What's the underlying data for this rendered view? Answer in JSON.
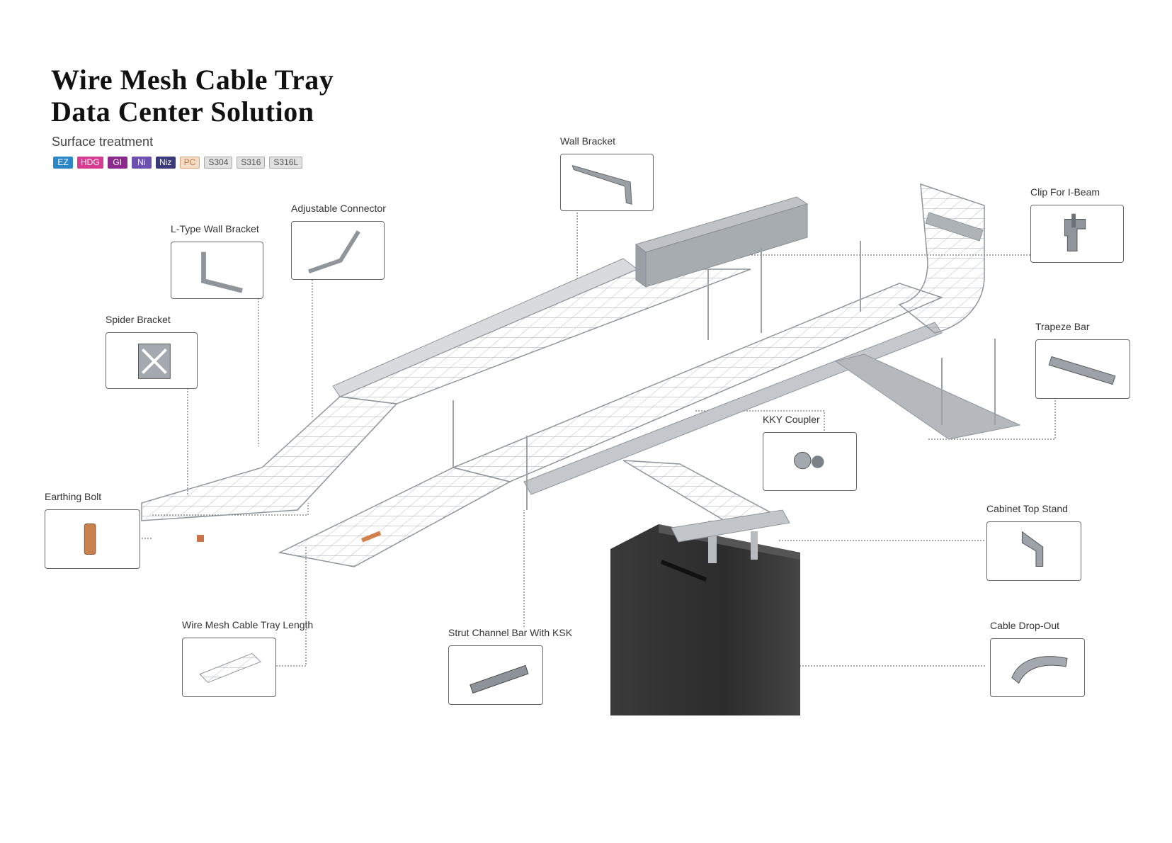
{
  "header": {
    "title_line1": "Wire Mesh Cable Tray",
    "title_line2": "Data Center Solution",
    "surface_label": "Surface treatment"
  },
  "badges": [
    {
      "text": "EZ",
      "color": "#2a87c8"
    },
    {
      "text": "HDG",
      "color": "#d63c8f"
    },
    {
      "text": "GI",
      "color": "#8a2a8a"
    },
    {
      "text": "Ni",
      "color": "#6d4fb0"
    },
    {
      "text": "Niz",
      "color": "#3a3a7a"
    },
    {
      "text": "PC",
      "color": "#f4dcc6"
    },
    {
      "text": "S304",
      "color": "#e0e0e0"
    },
    {
      "text": "S316",
      "color": "#e0e0e0"
    },
    {
      "text": "S316L",
      "color": "#e0e0e0"
    }
  ],
  "components": [
    {
      "id": "wall-bracket",
      "label": "Wall Bracket",
      "icon": "wall-bracket-icon"
    },
    {
      "id": "clip-i-beam",
      "label": "Clip For I-Beam",
      "icon": "clip-icon"
    },
    {
      "id": "adjustable-connector",
      "label": "Adjustable Connector",
      "icon": "connector-icon"
    },
    {
      "id": "l-type-wall-bracket",
      "label": "L-Type Wall Bracket",
      "icon": "l-bracket-icon"
    },
    {
      "id": "spider-bracket",
      "label": "Spider Bracket",
      "icon": "spider-bracket-icon"
    },
    {
      "id": "trapeze-bar",
      "label": "Trapeze Bar",
      "icon": "trapeze-bar-icon"
    },
    {
      "id": "kky-coupler",
      "label": "KKY Coupler",
      "icon": "coupler-icon"
    },
    {
      "id": "earthing-bolt",
      "label": "Earthing Bolt",
      "icon": "bolt-icon"
    },
    {
      "id": "cabinet-top-stand",
      "label": "Cabinet Top Stand",
      "icon": "stand-icon"
    },
    {
      "id": "cable-drop-out",
      "label": "Cable Drop-Out",
      "icon": "drop-out-icon"
    },
    {
      "id": "wire-mesh-tray",
      "label": "Wire Mesh Cable Tray Length",
      "icon": "tray-icon"
    },
    {
      "id": "strut-channel",
      "label": "Strut Channel Bar With KSK",
      "icon": "strut-icon"
    }
  ]
}
